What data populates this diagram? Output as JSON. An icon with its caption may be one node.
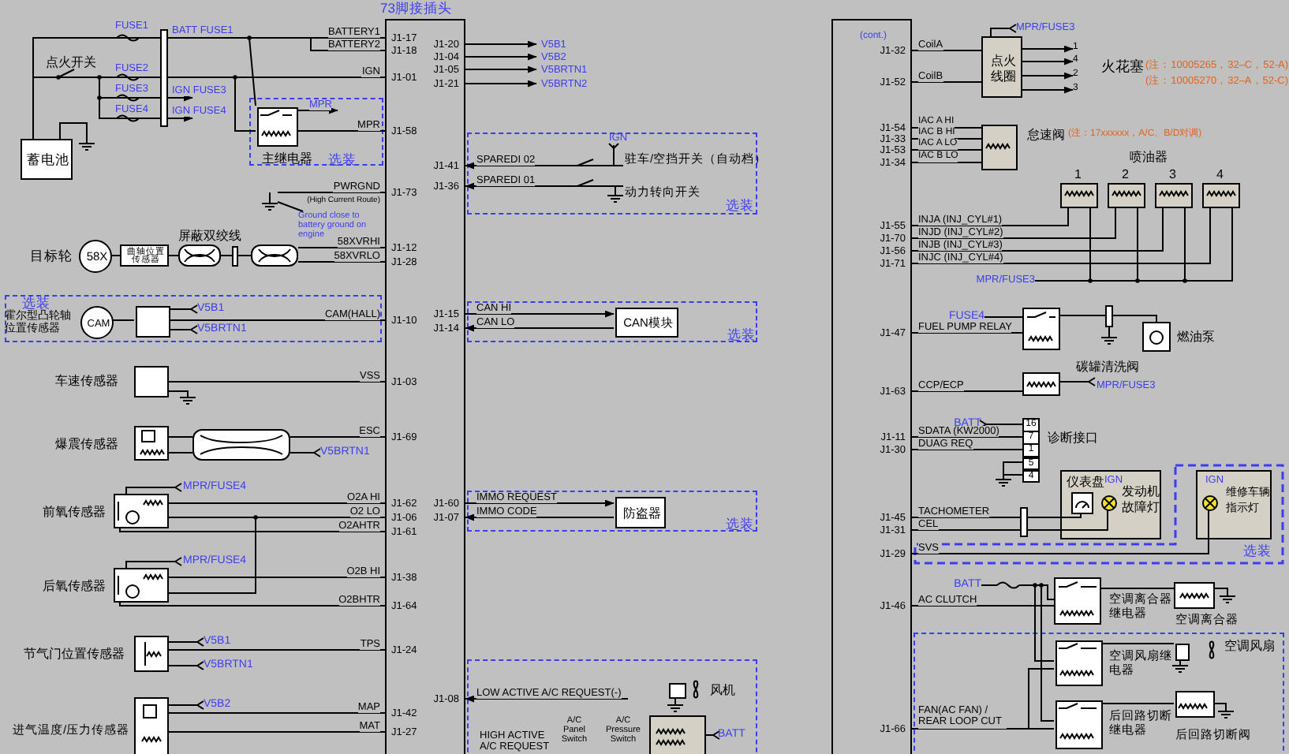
{
  "diagram": {
    "nodes": [
      {
        "text": [
          "73脚接插头",
          "J1-17",
          "J1-18",
          "J1-01",
          "J1-58",
          "J1-73",
          "J1-12",
          "J1-28",
          "J1-10",
          "J1-03",
          "J1-69",
          "J1-62",
          "J1-06",
          "J1-61",
          "J1-38",
          "J1-64",
          "J1-24",
          "J1-42",
          "J1-27",
          "J1-20",
          "J1-04",
          "J1-05",
          "J1-21",
          "J1-41",
          "J1-36",
          "J1-15",
          "J1-14",
          "J1-60",
          "J1-07",
          "J1-08"
        ]
      },
      {
        "text": [
          "(cont.)",
          "J1-32",
          "J1-52",
          "J1-54",
          "J1-33",
          "J1-53",
          "J1-34",
          "J1-55",
          "J1-70",
          "J1-56",
          "J1-71",
          "J1-47",
          "J1-63",
          "J1-11",
          "J1-30",
          "J1-45",
          "J1-31",
          "J1-29",
          "J1-46",
          "J1-66"
        ]
      },
      {
        "text": [
          "蓄电池"
        ]
      },
      {
        "text": [
          "选装"
        ]
      },
      {
        "text": [],
        "shape": "box",
        "beside": [
          "主继电器"
        ],
        "in": 3
      },
      {
        "text": [
          "选装"
        ]
      },
      {
        "text": [
          "驻车/空挡开关（自动档）"
        ],
        "in": 5
      },
      {
        "text": [
          "动力转向开关"
        ],
        "in": 5
      },
      {
        "text": [
          "选装"
        ]
      },
      {
        "text": [
          "CAN模块"
        ],
        "in": 8
      },
      {
        "text": [
          "58X"
        ],
        "beside": [
          "目标轮"
        ]
      },
      {
        "text": [
          "曲轴位置传感器"
        ]
      },
      {
        "text": [
          "屏蔽双绞线"
        ]
      },
      {
        "text": [],
        "shape": "cylinder"
      },
      {
        "text": [
          "选装"
        ]
      },
      {
        "text": [
          "CAM"
        ],
        "beside": [
          "霍尔型凸轮轴位置传感器"
        ],
        "in": 14
      },
      {
        "text": [],
        "shape": "box",
        "in": 14
      },
      {
        "text": [],
        "shape": "box",
        "beside": [
          "车速传感器"
        ]
      },
      {
        "text": [],
        "shape": "box",
        "beside": [
          "爆震传感器"
        ]
      },
      {
        "text": [],
        "shape": "cylinder"
      },
      {
        "text": [],
        "shape": "box",
        "beside": [
          "前氧传感器"
        ]
      },
      {
        "text": [],
        "shape": "box",
        "beside": [
          "后氧传感器"
        ]
      },
      {
        "text": [],
        "shape": "box",
        "beside": [
          "节气门位置传感器"
        ]
      },
      {
        "text": [],
        "shape": "box",
        "beside": [
          "进气温度/压力传感器"
        ]
      },
      {
        "text": [
          "选装"
        ]
      },
      {
        "text": [
          "防盗器"
        ],
        "in": 24
      },
      {
        "text": [],
        "shape": "box"
      },
      {
        "text": [],
        "shape": "box",
        "beside": [
          "风机"
        ],
        "in": 26
      },
      {
        "text": [
          "点火线圈"
        ]
      },
      {
        "text": [],
        "shape": "box",
        "beside": [
          "怠速阀",
          "(注：17xxxxxx，A/C、B/D对调)"
        ]
      },
      {
        "text": [],
        "shape": "box",
        "beside": [
          "1"
        ]
      },
      {
        "text": [],
        "shape": "box",
        "beside": [
          "2"
        ]
      },
      {
        "text": [],
        "shape": "box",
        "beside": [
          "3"
        ]
      },
      {
        "text": [],
        "shape": "box",
        "beside": [
          "4"
        ]
      },
      {
        "text": [],
        "shape": "box"
      },
      {
        "text": [],
        "shape": "box",
        "beside": [
          "燃油泵"
        ]
      },
      {
        "text": [],
        "shape": "box",
        "beside": [
          "碳罐清洗阀"
        ]
      },
      {
        "text": [
          "16",
          "7",
          "1",
          "5",
          "4"
        ],
        "beside": [
          "诊断接口"
        ]
      },
      {
        "text": [
          "仪表盘",
          "IGN",
          "发动机故障灯"
        ]
      },
      {
        "text": [
          "选装"
        ]
      },
      {
        "text": [
          "IGN",
          "维修车辆指示灯"
        ],
        "in": 39
      },
      {
        "text": [],
        "shape": "box",
        "beside": [
          "空调离合器继电器"
        ]
      },
      {
        "text": [],
        "shape": "box",
        "beside": [
          "空调离合器"
        ]
      },
      {
        "text": [],
        "shape": "box"
      },
      {
        "text": [],
        "shape": "box",
        "beside": [
          "空调风扇继电器"
        ],
        "in": 43
      },
      {
        "text": [],
        "shape": "box",
        "beside": [
          "空调风扇"
        ],
        "in": 43
      },
      {
        "text": [],
        "shape": "box",
        "beside": [
          "后回路切断继电器"
        ],
        "in": 43
      },
      {
        "text": [],
        "shape": "box",
        "beside": [
          "后回路切断阀"
        ],
        "in": 43
      },
      {
        "text": [
          "Ground close to battery ground on engine"
        ]
      },
      {
        "text": [],
        "shape": "box"
      },
      {
        "text": [
          "1"
        ]
      },
      {
        "text": [
          "4"
        ]
      },
      {
        "text": [
          "2"
        ]
      },
      {
        "text": [
          "3"
        ]
      },
      {
        "text": [
          "MPR/FUSE3"
        ]
      },
      {
        "text": [
          "BATT"
        ]
      },
      {
        "text": [],
        "shape": "fuse"
      },
      {
        "text": [
          "FUSE4"
        ]
      },
      {
        "text": [],
        "shape": "gauge",
        "in": 38
      },
      {
        "text": [],
        "shape": "circle",
        "in": 38
      },
      {
        "text": [],
        "shape": "circle",
        "in": 40
      },
      {
        "text": [],
        "shape": "ground"
      }
    ],
    "edges": [
      {
        "from": 2,
        "to": 0,
        "arrow": "none",
        "label": "BATTERY1"
      },
      {
        "from": 2,
        "to": 0,
        "arrow": "none",
        "label": "BATTERY2"
      },
      {
        "from": 2,
        "to": 0,
        "arrow": "none",
        "label": "IGN"
      },
      {
        "from": 4,
        "to": 0,
        "arrow": "none",
        "label": "MPR"
      },
      {
        "from": 13,
        "to": 0,
        "arrow": "none",
        "label": "58XVRHI"
      },
      {
        "from": 13,
        "to": 0,
        "arrow": "none",
        "label": "58XVRLO"
      },
      {
        "from": 10,
        "to": 11,
        "arrow": "none"
      },
      {
        "from": 11,
        "to": 12,
        "arrow": "none"
      },
      {
        "from": 12,
        "to": 49,
        "arrow": "none"
      },
      {
        "from": 15,
        "to": 16,
        "arrow": "none"
      },
      {
        "from": 16,
        "to": 0,
        "arrow": "none",
        "label": "CAM(HALL)"
      },
      {
        "from": 17,
        "to": 0,
        "arrow": "none",
        "label": "VSS"
      },
      {
        "from": 18,
        "to": 19,
        "arrow": "none"
      },
      {
        "from": 18,
        "to": 19,
        "arrow": "none"
      },
      {
        "from": 19,
        "to": 0,
        "arrow": "none",
        "label": "ESC"
      },
      {
        "from": 20,
        "to": 0,
        "arrow": "none",
        "label": "O2A HI"
      },
      {
        "from": 20,
        "to": 0,
        "arrow": "none",
        "label": "O2 LO"
      },
      {
        "from": 20,
        "to": 0,
        "arrow": "none",
        "label": "O2AHTR"
      },
      {
        "from": 21,
        "to": 0,
        "arrow": "none",
        "label": "O2B HI"
      },
      {
        "from": 21,
        "to": 0,
        "arrow": "none"
      },
      {
        "from": 21,
        "to": 0,
        "arrow": "none",
        "label": "O2BHTR"
      },
      {
        "from": 22,
        "to": 0,
        "arrow": "none",
        "label": "TPS"
      },
      {
        "from": 23,
        "to": 0,
        "arrow": "none",
        "label": "MAP"
      },
      {
        "from": 23,
        "to": 0,
        "arrow": "none",
        "label": "MAT"
      },
      {
        "from": 0,
        "to": null,
        "arrow": "to",
        "label": "V5B1"
      },
      {
        "from": 0,
        "to": null,
        "arrow": "to",
        "label": "V5B2"
      },
      {
        "from": 0,
        "to": null,
        "arrow": "to",
        "label": "V5BRTN1"
      },
      {
        "from": 0,
        "to": null,
        "arrow": "to",
        "label": "V5BRTN2"
      },
      {
        "from": 6,
        "to": 0,
        "arrow": "to",
        "label": "SPAREDI 02"
      },
      {
        "from": 7,
        "to": 0,
        "arrow": "to",
        "label": "SPAREDI 01"
      },
      {
        "from": 0,
        "to": 9,
        "arrow": "to",
        "label": "CAN HI"
      },
      {
        "from": 9,
        "to": 0,
        "arrow": "to",
        "label": "CAN LO"
      },
      {
        "from": 0,
        "to": 25,
        "arrow": "to",
        "label": "IMMO REQUEST"
      },
      {
        "from": 25,
        "to": 0,
        "arrow": "to",
        "label": "IMMO CODE"
      },
      {
        "from": null,
        "to": 0,
        "arrow": "to",
        "label": "LOW ACTIVE A/C REQUEST(-)"
      },
      {
        "from": 1,
        "to": 28,
        "arrow": "none",
        "label": "CoilA"
      },
      {
        "from": 1,
        "to": 28,
        "arrow": "none",
        "label": "CoilB"
      },
      {
        "from": 1,
        "to": 29,
        "arrow": "none",
        "label": "IAC A HI"
      },
      {
        "from": 1,
        "to": 29,
        "arrow": "none",
        "label": "IAC B HI"
      },
      {
        "from": 1,
        "to": 29,
        "arrow": "none",
        "label": "IAC A LO"
      },
      {
        "from": 1,
        "to": 29,
        "arrow": "none",
        "label": "IAC B LO"
      },
      {
        "from": 1,
        "to": 30,
        "arrow": "none",
        "label": "INJA (INJ_CYL#1)"
      },
      {
        "from": 1,
        "to": 31,
        "arrow": "none",
        "label": "INJD (INJ_CYL#2)"
      },
      {
        "from": 1,
        "to": 32,
        "arrow": "none",
        "label": "INJB (INJ_CYL#3)"
      },
      {
        "from": 1,
        "to": 33,
        "arrow": "none",
        "label": "INJC (INJ_CYL#4)"
      },
      {
        "from": 1,
        "to": 34,
        "arrow": "none",
        "label": "FUEL PUMP RELAY"
      },
      {
        "from": 34,
        "to": 35,
        "arrow": "none"
      },
      {
        "from": 1,
        "to": 36,
        "arrow": "none",
        "label": "CCP/ECP"
      },
      {
        "from": 1,
        "to": 37,
        "arrow": "none",
        "label": "SDATA (KW2000)"
      },
      {
        "from": 1,
        "to": 37,
        "arrow": "none",
        "label": "DUAG REQ"
      },
      {
        "from": 1,
        "to": 58,
        "arrow": "none",
        "label": "TACHOMETER"
      },
      {
        "from": 1,
        "to": 59,
        "arrow": "none",
        "label": "CEL"
      },
      {
        "from": 1,
        "to": 60,
        "arrow": "none",
        "label": "SVS"
      },
      {
        "from": 1,
        "to": 41,
        "arrow": "none",
        "label": "AC CLUTCH"
      },
      {
        "from": 41,
        "to": 42,
        "arrow": "none"
      },
      {
        "from": 1,
        "to": 44,
        "arrow": "none"
      },
      {
        "from": 1,
        "to": 46,
        "arrow": "none",
        "label": "FAN(AC FAN) / REAR LOOP CUT"
      },
      {
        "from": 44,
        "to": 45,
        "arrow": "none"
      },
      {
        "from": 46,
        "to": 47,
        "arrow": "none"
      },
      {
        "from": 28,
        "to": 50,
        "arrow": "to"
      },
      {
        "from": 28,
        "to": 51,
        "arrow": "to"
      },
      {
        "from": 28,
        "to": 52,
        "arrow": "to"
      },
      {
        "from": 28,
        "to": 53,
        "arrow": "to"
      },
      {
        "from": 4,
        "to": null,
        "arrow": "to",
        "label": "MPR"
      },
      {
        "from": 48,
        "to": 61,
        "arrow": "none"
      },
      {
        "from": 49,
        "to": 13,
        "arrow": "none"
      },
      {
        "from": 61,
        "to": 0,
        "arrow": "none",
        "label": "PWRGND"
      },
      {
        "from": 2,
        "to": 4,
        "arrow": "none"
      },
      {
        "from": 2,
        "to": 4,
        "arrow": "none"
      },
      {
        "from": 2,
        "to": null,
        "arrow": "to",
        "label": "IGN FUSE3"
      },
      {
        "from": 2,
        "to": null,
        "arrow": "to",
        "label": "IGN FUSE4"
      },
      {
        "from": 54,
        "to": 30,
        "arrow": "none"
      },
      {
        "from": 54,
        "to": 31,
        "arrow": "none"
      },
      {
        "from": 54,
        "to": 32,
        "arrow": "none"
      },
      {
        "from": 54,
        "to": 33,
        "arrow": "none"
      },
      {
        "from": 55,
        "to": 56,
        "arrow": "none"
      },
      {
        "from": 56,
        "to": 41,
        "arrow": "none"
      },
      {
        "from": 56,
        "to": 44,
        "arrow": "none"
      },
      {
        "from": 56,
        "to": 46,
        "arrow": "none"
      },
      {
        "from": 57,
        "to": 34,
        "arrow": "none"
      }
    ],
    "labels": [
      "FUSE1",
      "BATT FUSE1",
      "点火开关",
      "FUSE2",
      "FUSE3",
      "FUSE4",
      "(High Current Route)",
      "V5B1",
      "V5BRTN1",
      "V5BRTN1",
      "MPR/FUSE4",
      "MPR/FUSE4",
      "V5B1",
      "V5BRTN1",
      "V5B2",
      "IGN",
      "A/C Panel Switch",
      "A/C Pressure Switch",
      "HIGH ACTIVE A/C REQUEST",
      "BATT",
      "MPR/FUSE3",
      "火花塞",
      "(注：10005265，32–C，52-A)",
      "(注：10005270，32–A，52-C)",
      "喷油器",
      "MPR/FUSE3",
      "BATT"
    ]
  }
}
